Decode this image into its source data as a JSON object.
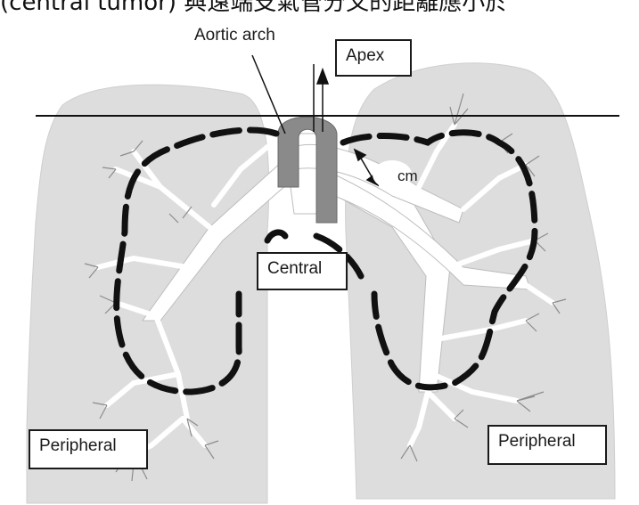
{
  "header_fragment": "(central tumor) 與遠端支氣管分叉的距離應小於",
  "labels": {
    "aortic_arch": "Aortic arch",
    "apex": "Apex",
    "cm": "cm",
    "central": "Central",
    "peripheral_left": "Peripheral",
    "peripheral_right": "Peripheral"
  },
  "colors": {
    "lung_fill": "#dddddd",
    "airway_fill": "#ffffff",
    "aorta_fill": "#8a8a8a",
    "boundary_stroke": "#111111"
  }
}
